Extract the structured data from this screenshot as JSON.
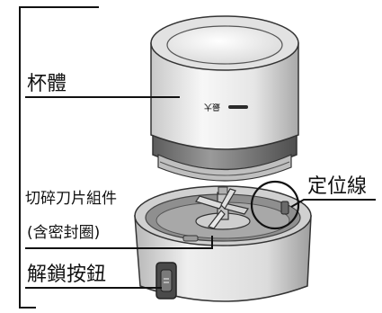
{
  "title": "",
  "labels": {
    "cup_body": "杯體",
    "blade_assembly_line1": "切碎刀片組件",
    "blade_assembly_line2": "(含密封圈)",
    "unlock_button": "解鎖按鈕",
    "position_line": "定位線",
    "max_mark": "最大"
  },
  "colors": {
    "line": "#111111",
    "cup_light": "#f2f2f2",
    "cup_mid": "#d4d4d4",
    "cup_dark": "#8c8c8c",
    "band_dark": "#6e6e6e",
    "metal": "#bdbdbd"
  }
}
